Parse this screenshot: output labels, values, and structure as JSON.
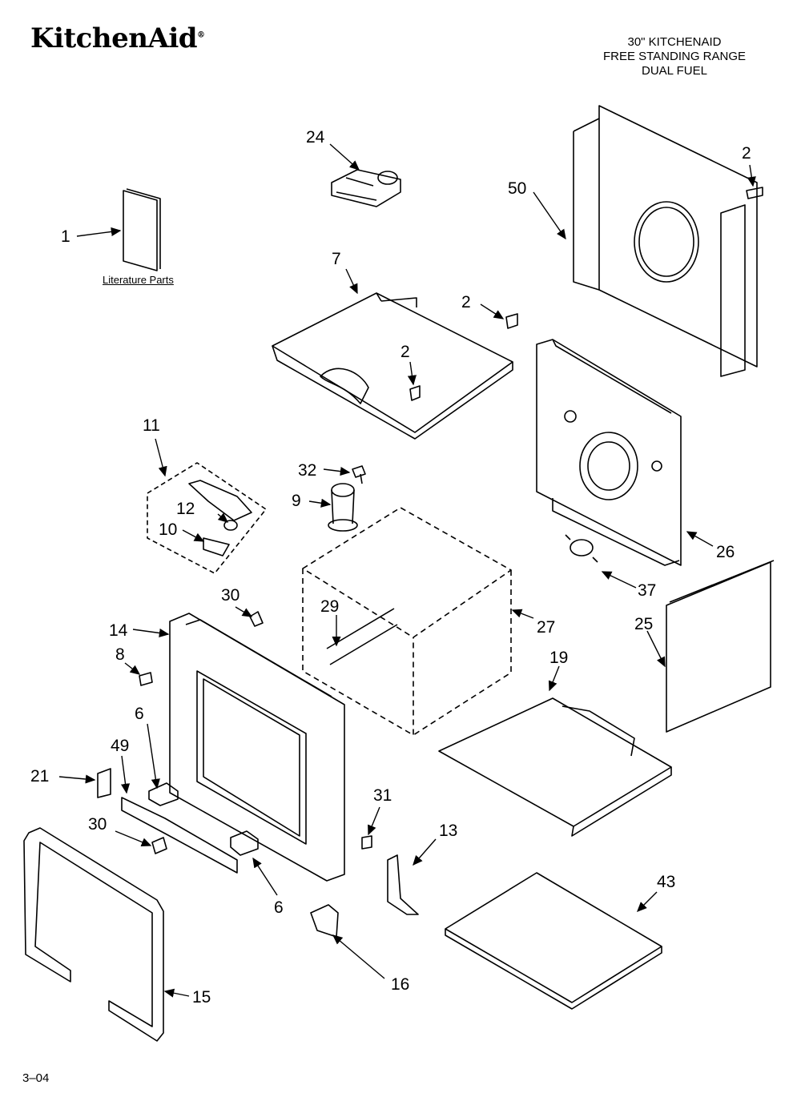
{
  "brand": {
    "name": "KitchenAid",
    "mark": "®"
  },
  "title": {
    "line1": "30\" KITCHENAID",
    "line2": "FREE STANDING RANGE",
    "line3": "DUAL FUEL"
  },
  "literature_label": "Literature Parts",
  "footer": {
    "code": "3–04"
  },
  "callouts": [
    {
      "id": "c1",
      "text": "1"
    },
    {
      "id": "c2a",
      "text": "2"
    },
    {
      "id": "c2b",
      "text": "2"
    },
    {
      "id": "c2c",
      "text": "2"
    },
    {
      "id": "c6a",
      "text": "6"
    },
    {
      "id": "c6b",
      "text": "6"
    },
    {
      "id": "c7",
      "text": "7"
    },
    {
      "id": "c8",
      "text": "8"
    },
    {
      "id": "c9",
      "text": "9"
    },
    {
      "id": "c10",
      "text": "10"
    },
    {
      "id": "c11",
      "text": "11"
    },
    {
      "id": "c12",
      "text": "12"
    },
    {
      "id": "c13",
      "text": "13"
    },
    {
      "id": "c14",
      "text": "14"
    },
    {
      "id": "c15",
      "text": "15"
    },
    {
      "id": "c16",
      "text": "16"
    },
    {
      "id": "c19",
      "text": "19"
    },
    {
      "id": "c21",
      "text": "21"
    },
    {
      "id": "c24",
      "text": "24"
    },
    {
      "id": "c25",
      "text": "25"
    },
    {
      "id": "c26",
      "text": "26"
    },
    {
      "id": "c27",
      "text": "27"
    },
    {
      "id": "c29",
      "text": "29"
    },
    {
      "id": "c30a",
      "text": "30"
    },
    {
      "id": "c30b",
      "text": "30"
    },
    {
      "id": "c31",
      "text": "31"
    },
    {
      "id": "c32",
      "text": "32"
    },
    {
      "id": "c37",
      "text": "37"
    },
    {
      "id": "c43",
      "text": "43"
    },
    {
      "id": "c49",
      "text": "49"
    },
    {
      "id": "c50",
      "text": "50"
    }
  ]
}
